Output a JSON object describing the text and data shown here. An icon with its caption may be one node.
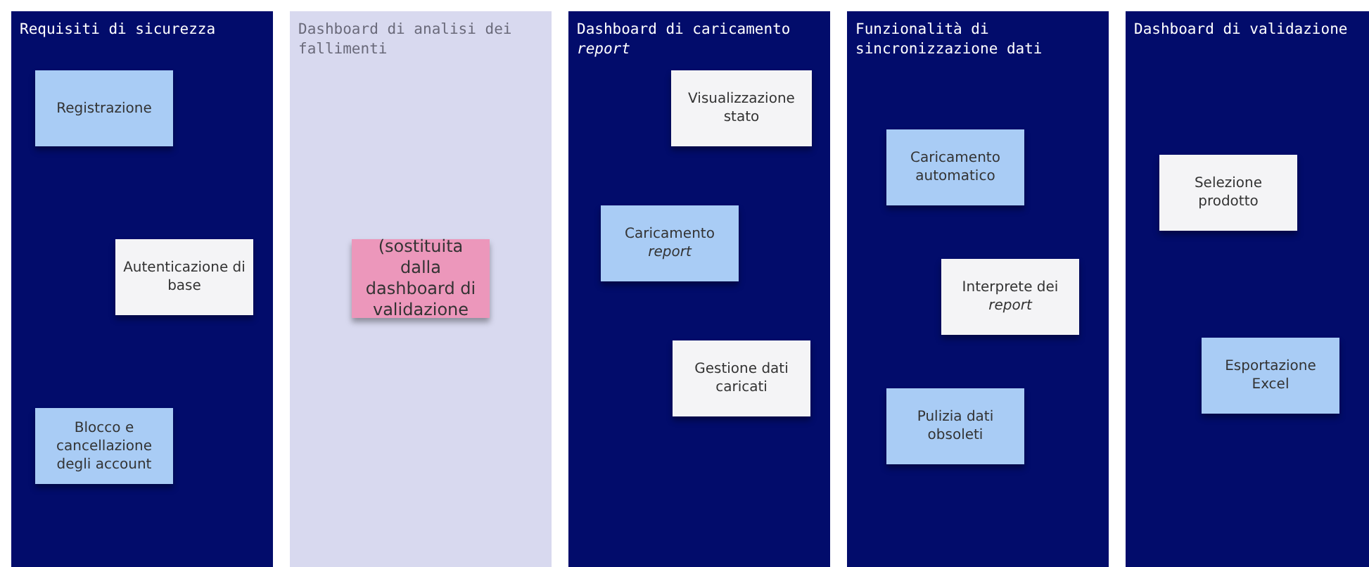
{
  "diagram": {
    "nodes": [
      {
        "text": [
          "Requisiti di sicurezza"
        ]
      },
      {
        "text": [
          "Registrazione"
        ],
        "in": 0
      },
      {
        "text": [
          "Autenticazione di base"
        ],
        "in": 0
      },
      {
        "text": [
          "Blocco e cancellazione degli account"
        ],
        "in": 0
      },
      {
        "text": [
          "Dashboard di analisi dei fallimenti"
        ]
      },
      {
        "text": [
          "(sostituita dalla dashboard di validazione"
        ],
        "in": 4
      },
      {
        "text": [
          "Dashboard di caricamento *report*"
        ]
      },
      {
        "text": [
          "Visualizzazione stato"
        ],
        "in": 6
      },
      {
        "text": [
          "Caricamento *report*"
        ],
        "in": 6
      },
      {
        "text": [
          "Gestione dati caricati"
        ],
        "in": 6
      },
      {
        "text": [
          "Funzionalità di sincronizzazione dati"
        ]
      },
      {
        "text": [
          "Caricamento automatico"
        ],
        "in": 10
      },
      {
        "text": [
          "Interprete dei *report*"
        ],
        "in": 10
      },
      {
        "text": [
          "Pulizia dati obsoleti"
        ],
        "in": 10
      },
      {
        "text": [
          "Dashboard di validazione"
        ]
      },
      {
        "text": [
          "Selezione prodotto"
        ],
        "in": 14
      },
      {
        "text": [
          "Esportazione Excel"
        ],
        "in": 14
      }
    ],
    "edges": []
  }
}
